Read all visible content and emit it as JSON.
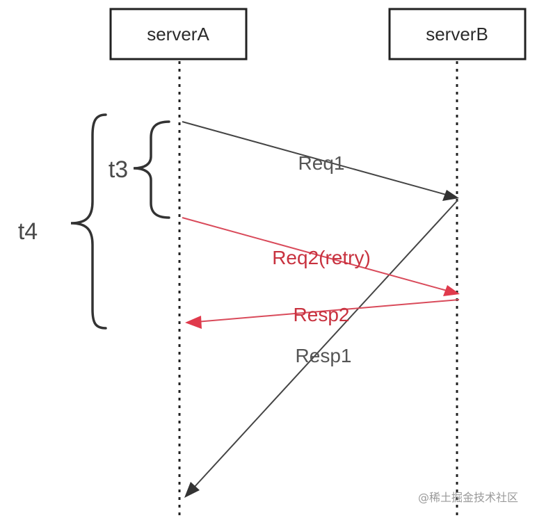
{
  "participants": {
    "a": "serverA",
    "b": "serverB"
  },
  "messages": {
    "req1": "Req1",
    "req2": "Req2(retry)",
    "resp2": "Resp2",
    "resp1": "Resp1"
  },
  "braces": {
    "inner": "t3",
    "outer": "t4"
  },
  "watermark": "@稀土掘金技术社区",
  "colors": {
    "black_arrow": "#444444",
    "red_arrow": "#d94a5a",
    "red_text": "#c8323f"
  }
}
